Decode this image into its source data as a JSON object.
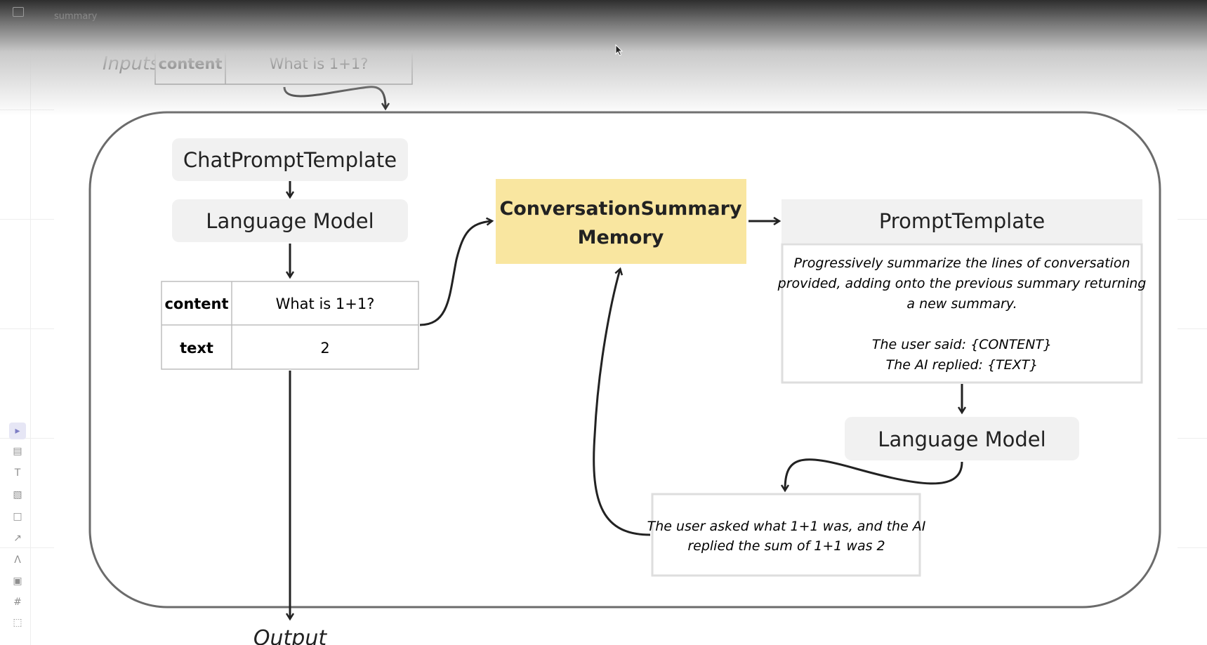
{
  "document": {
    "title": "summary"
  },
  "toolbar": {
    "tools": [
      {
        "name": "select-tool",
        "icon": "cursor-arrow-icon",
        "active": true
      },
      {
        "name": "template-tool",
        "icon": "layout-icon"
      },
      {
        "name": "text-tool",
        "icon": "text-T-icon"
      },
      {
        "name": "sticky-note-tool",
        "icon": "sticky-note-icon"
      },
      {
        "name": "shape-tool",
        "icon": "square-icon"
      },
      {
        "name": "connector-tool",
        "icon": "arrow-icon"
      },
      {
        "name": "pen-tool",
        "icon": "pen-icon"
      },
      {
        "name": "comment-tool",
        "icon": "comment-icon"
      },
      {
        "name": "frame-tool",
        "icon": "frame-icon"
      },
      {
        "name": "upload-tool",
        "icon": "upload-icon"
      }
    ]
  },
  "inputs": {
    "label": "Inputs",
    "key": "content",
    "value": "What is 1+1?"
  },
  "chain": {
    "chat_prompt_template": "ChatPromptTemplate",
    "language_model": "Language Model",
    "result_table": [
      {
        "key": "content",
        "value": "What is 1+1?"
      },
      {
        "key": "text",
        "value": "2"
      }
    ]
  },
  "memory": {
    "line1": "ConversationSummary",
    "line2": "Memory",
    "color": "#f9e6a0"
  },
  "prompt_template": {
    "title": "PromptTemplate",
    "lines": [
      "Progressively summarize the lines of conversation",
      "provided, adding onto the previous summary returning",
      "a new summary.",
      "",
      "The user said: {CONTENT}",
      "The AI replied: {TEXT}"
    ]
  },
  "summarizer_model": {
    "label": "Language Model"
  },
  "summary_output": {
    "lines": [
      "The user asked what 1+1 was, and the AI",
      "replied the sum of 1+1 was 2"
    ]
  },
  "output": {
    "label": "Output"
  }
}
